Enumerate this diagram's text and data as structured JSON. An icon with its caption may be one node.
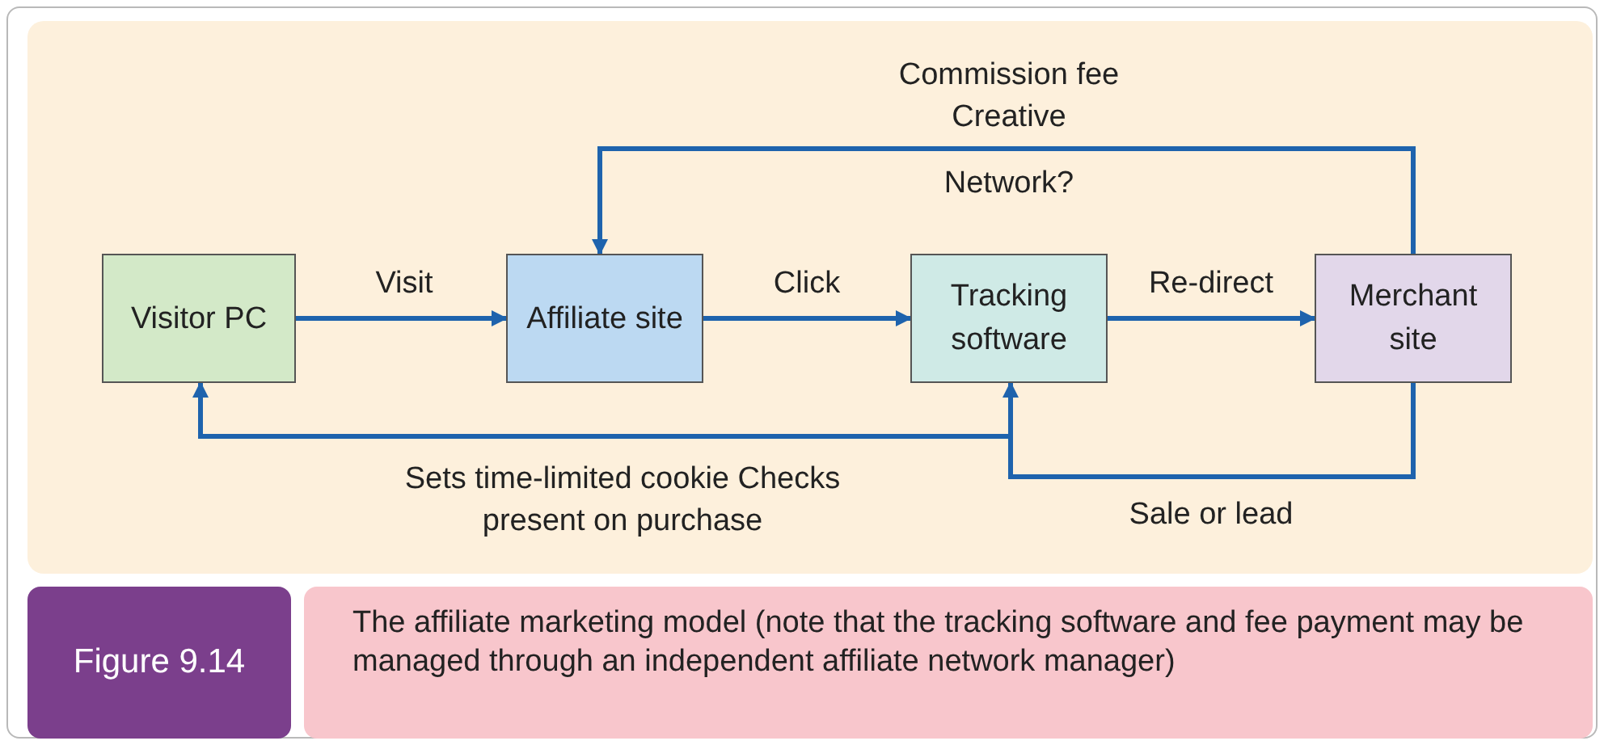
{
  "diagram": {
    "title": "Figure 9.14",
    "caption": "The affiliate marketing model (note that the tracking software and fee payment may be managed through an independent affiliate network manager)",
    "nodes": [
      {
        "text": [
          "Visitor PC"
        ]
      },
      {
        "text": [
          "Affiliate site"
        ]
      },
      {
        "text": [
          "Tracking software"
        ]
      },
      {
        "text": [
          "Merchant site"
        ]
      }
    ],
    "edges": [
      {
        "from": 0,
        "to": 1,
        "arrow": "to",
        "label": "Visit"
      },
      {
        "from": 1,
        "to": 2,
        "arrow": "to",
        "label": "Click"
      },
      {
        "from": 2,
        "to": 3,
        "arrow": "to",
        "label": "Re-direct"
      },
      {
        "from": 3,
        "to": 1,
        "arrow": "to",
        "label": "Commission fee Creative"
      },
      {
        "from": 3,
        "to": 2,
        "arrow": "to",
        "label": "Sale or lead"
      },
      {
        "from": 2,
        "to": 0,
        "arrow": "to",
        "label": "Sets time-limited cookie Checks present on purchase"
      }
    ],
    "labels": [
      "Network?"
    ]
  }
}
